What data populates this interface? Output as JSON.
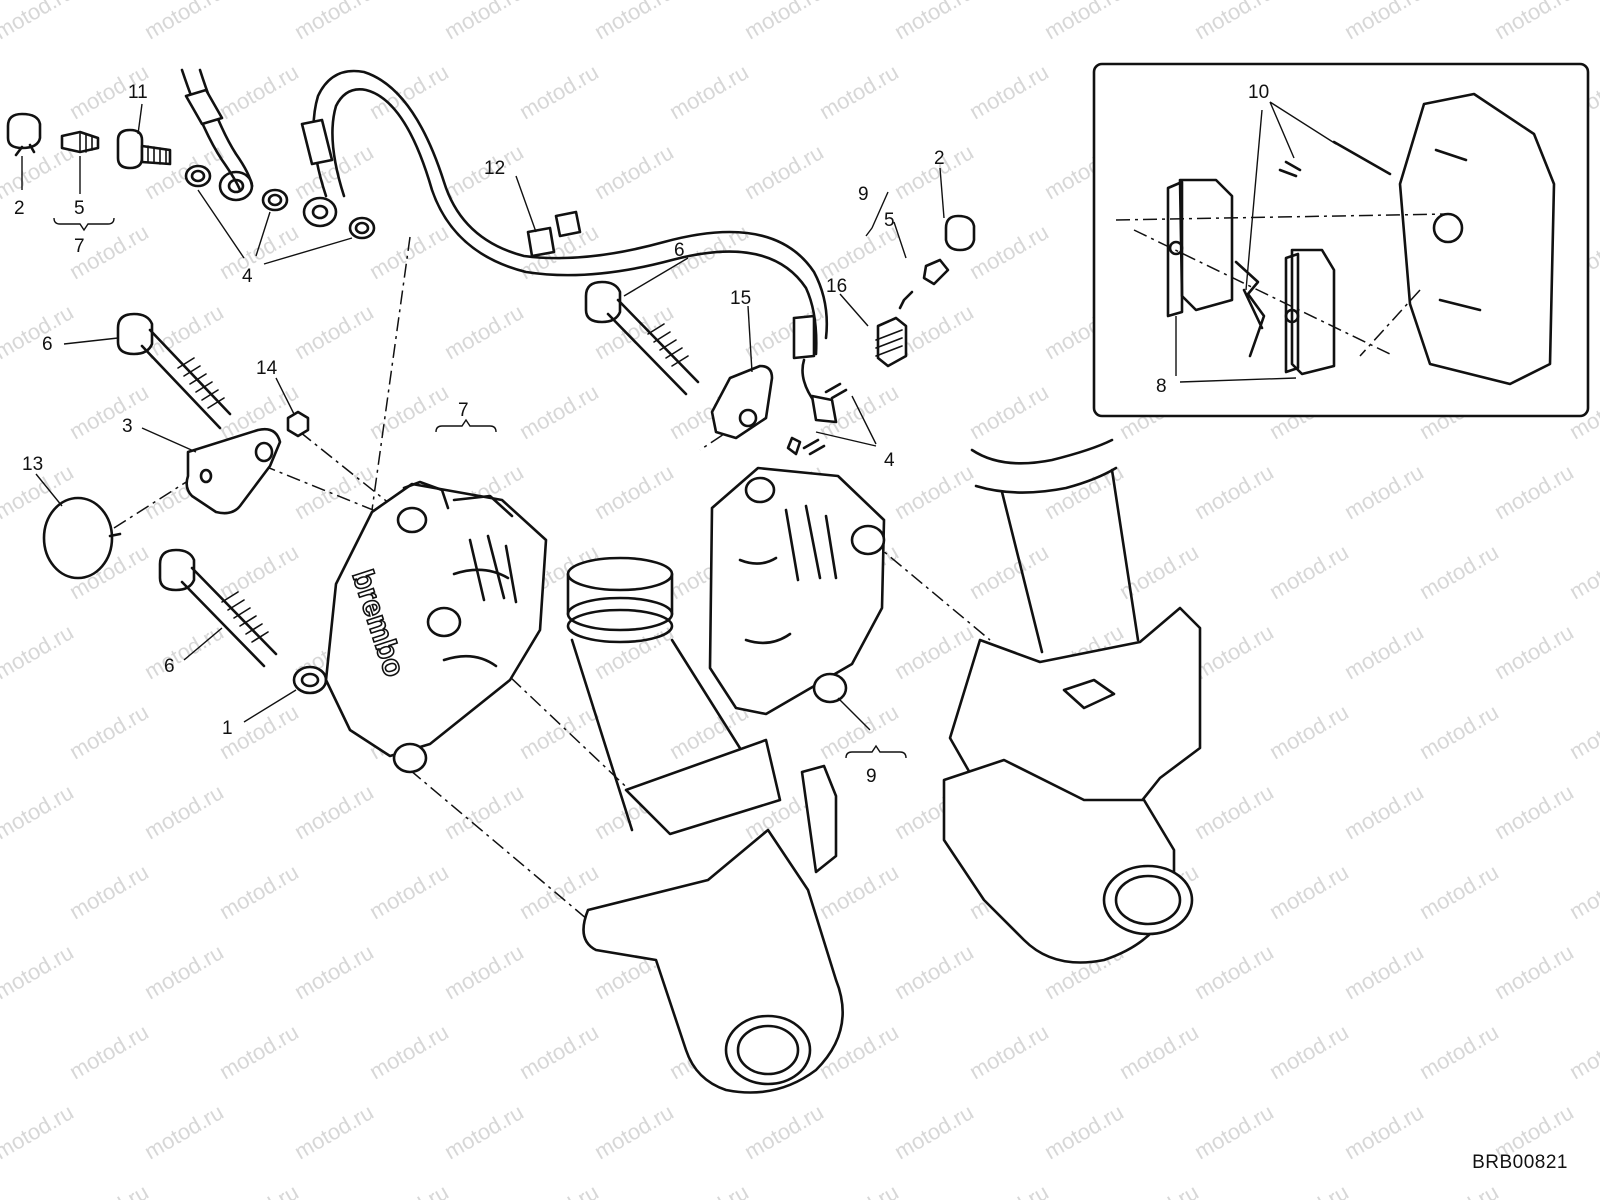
{
  "watermark": "motod.ru",
  "drawing_code": "BRB00821",
  "brand_mark": "brembo",
  "callouts": [
    {
      "id": "c2a",
      "text": "2"
    },
    {
      "id": "c5a",
      "text": "5"
    },
    {
      "id": "c7a",
      "text": "7"
    },
    {
      "id": "c11",
      "text": "11"
    },
    {
      "id": "c4a",
      "text": "4"
    },
    {
      "id": "c12",
      "text": "12"
    },
    {
      "id": "c6a",
      "text": "6"
    },
    {
      "id": "c14",
      "text": "14"
    },
    {
      "id": "c3",
      "text": "3"
    },
    {
      "id": "c13",
      "text": "13"
    },
    {
      "id": "c7b",
      "text": "7"
    },
    {
      "id": "c6b",
      "text": "6"
    },
    {
      "id": "c1",
      "text": "1"
    },
    {
      "id": "c6c",
      "text": "6"
    },
    {
      "id": "c15",
      "text": "15"
    },
    {
      "id": "c16",
      "text": "16"
    },
    {
      "id": "c9a",
      "text": "9"
    },
    {
      "id": "c5b",
      "text": "5"
    },
    {
      "id": "c2b",
      "text": "2"
    },
    {
      "id": "c4b",
      "text": "4"
    },
    {
      "id": "c9b",
      "text": "9"
    },
    {
      "id": "c10",
      "text": "10"
    },
    {
      "id": "c8",
      "text": "8"
    }
  ]
}
